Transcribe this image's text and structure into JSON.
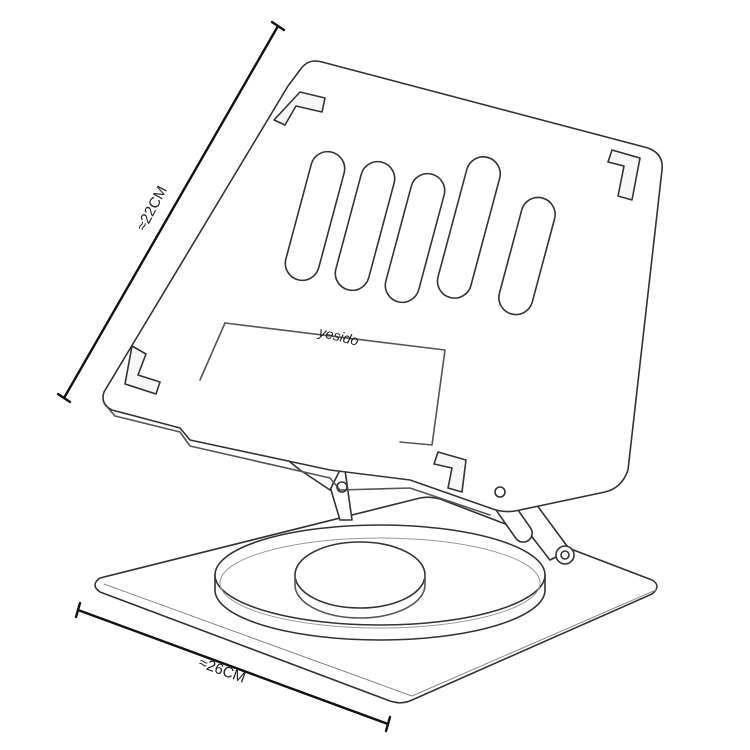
{
  "dimensions": {
    "height_label": "≈22CM",
    "width_label": "≈26CM"
  },
  "product": {
    "brand_logo": "yesido"
  }
}
